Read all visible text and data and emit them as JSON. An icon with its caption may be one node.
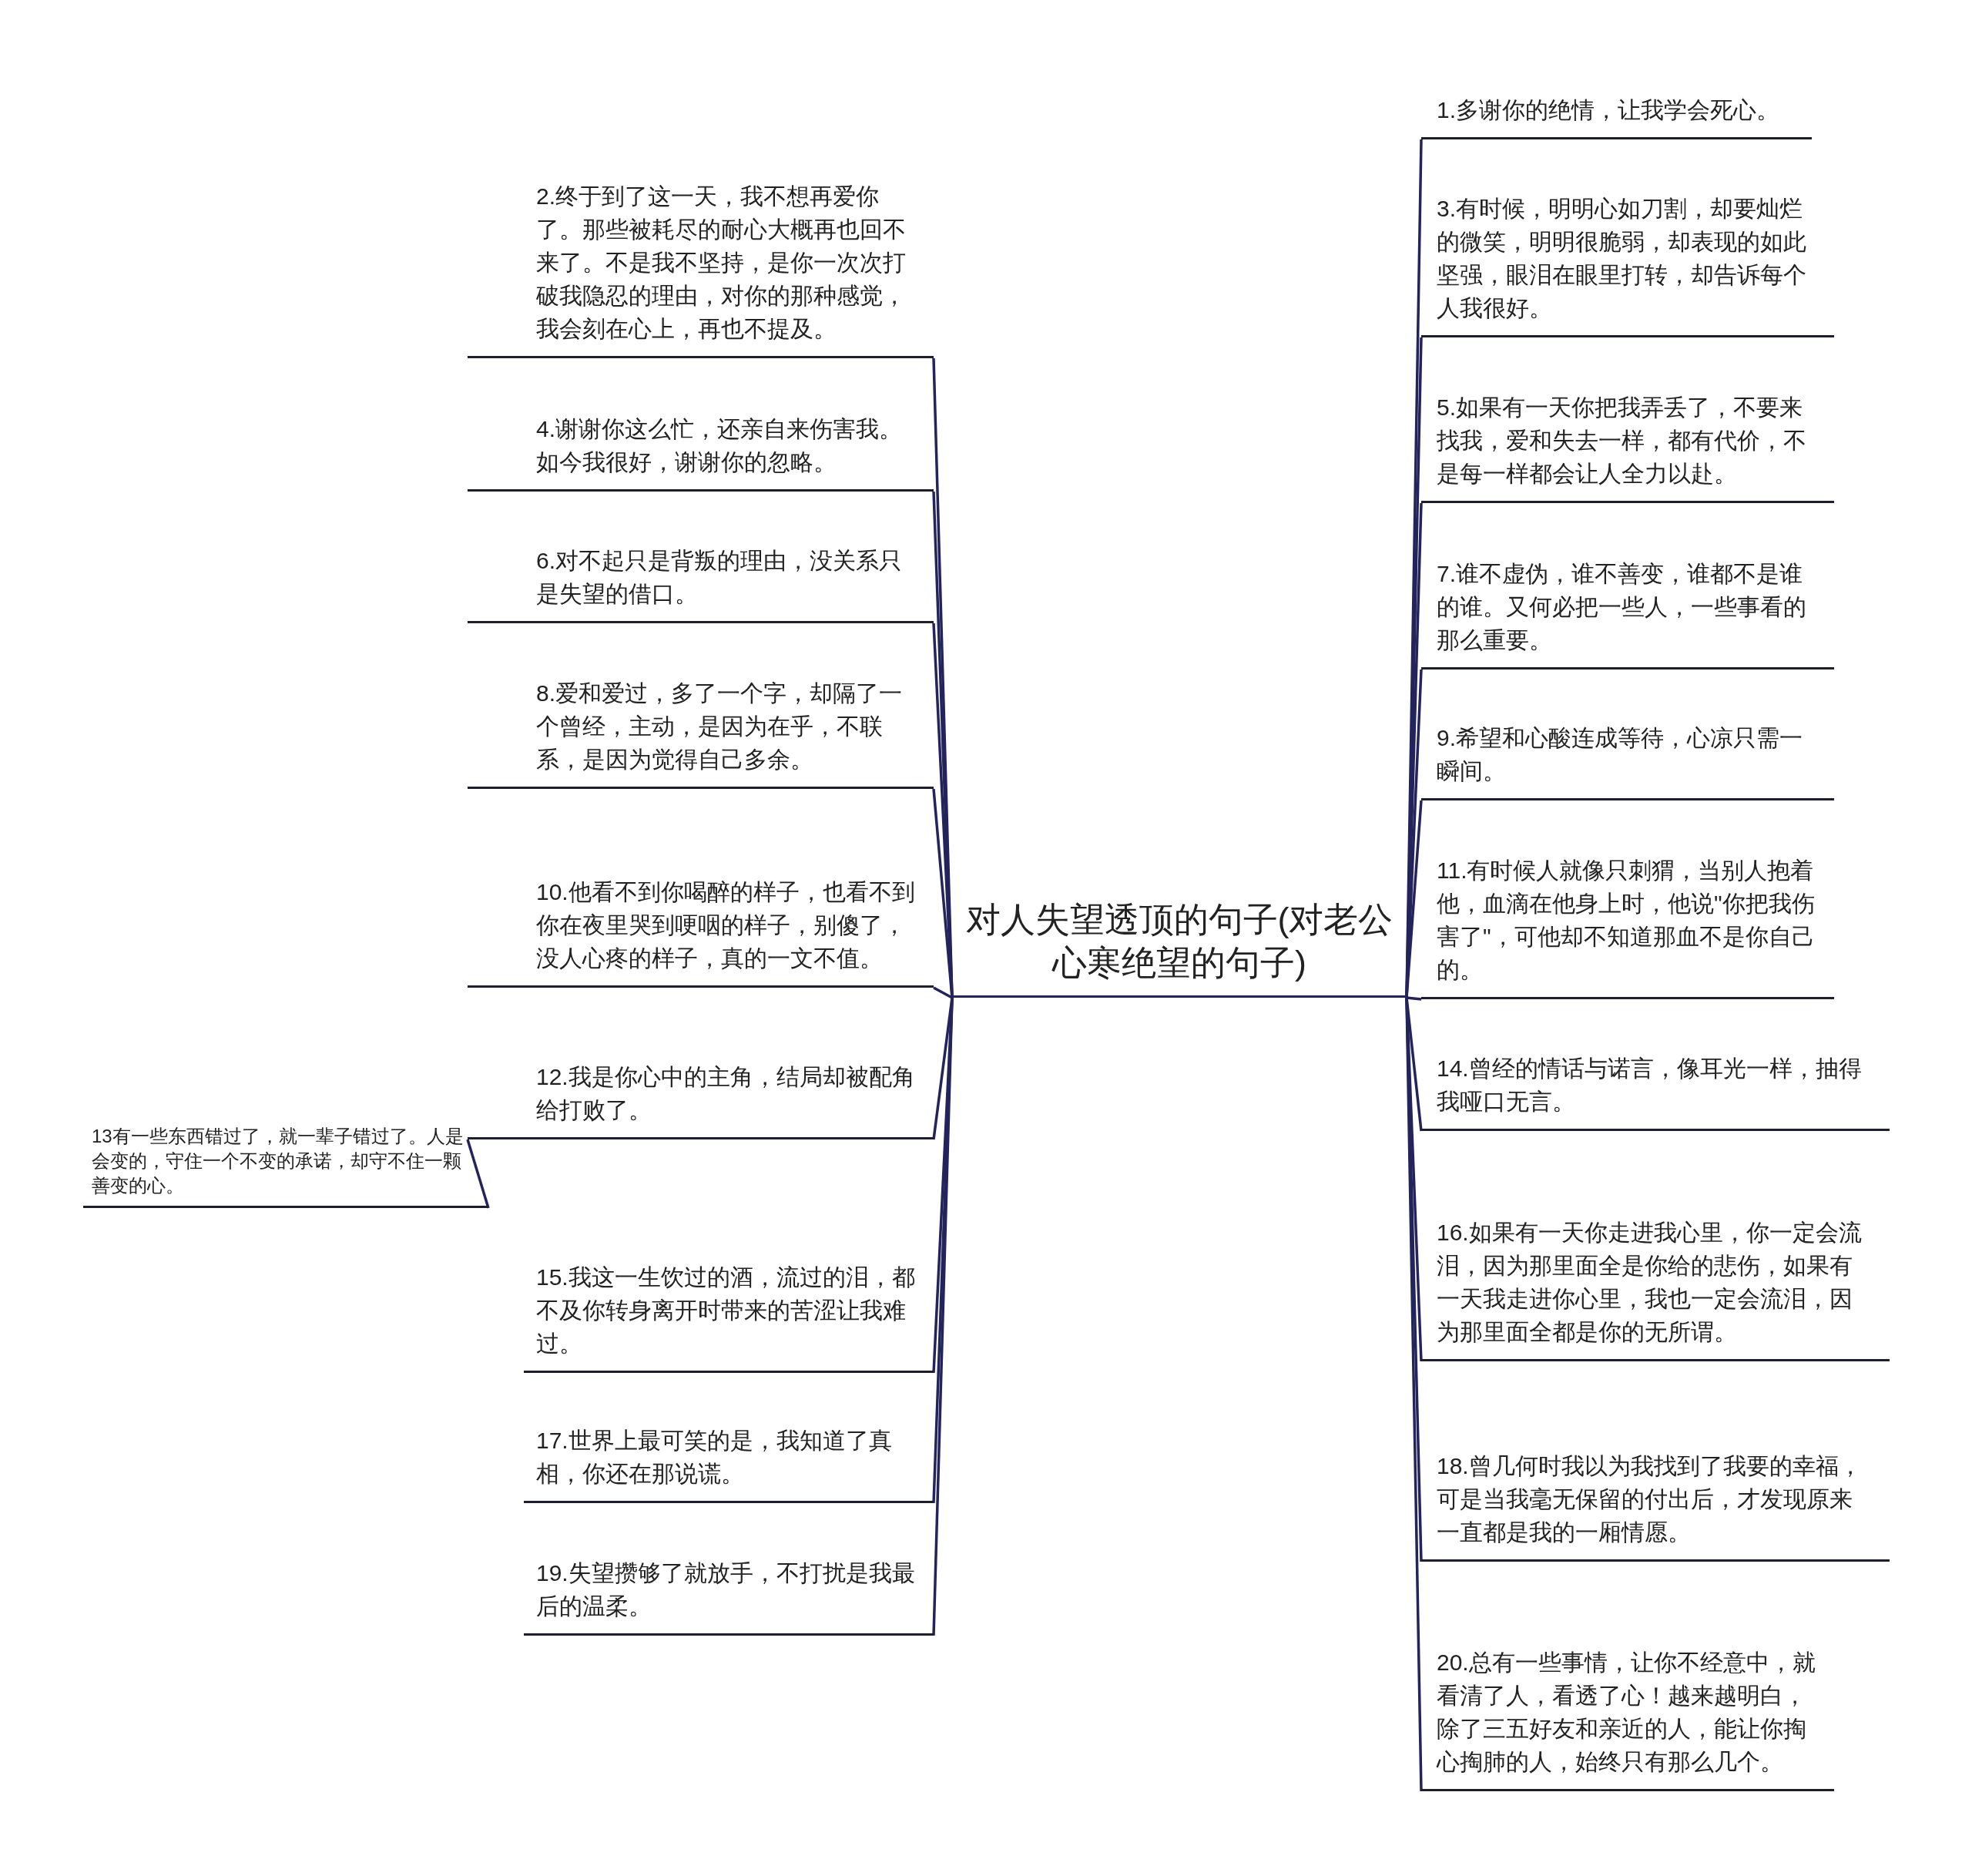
{
  "diagram": {
    "nodes": [
      {
        "text": [
          "对人失望透顶的句子(对老公心寒绝望的句子)"
        ]
      },
      {
        "text": [
          "2.终于到了这一天，我不想再爱你了。那些被耗尽的耐心大概再也回不来了。不是我不坚持，是你一次次打破我隐忍的理由，对你的那种感觉，我会刻在心上，再也不提及。"
        ]
      },
      {
        "text": [
          "4.谢谢你这么忙，还亲自来伤害我。如今我很好，谢谢你的忽略。"
        ]
      },
      {
        "text": [
          "6.对不起只是背叛的理由，没关系只是失望的借口。"
        ]
      },
      {
        "text": [
          "8.爱和爱过，多了一个字，却隔了一个曾经，主动，是因为在乎，不联系，是因为觉得自己多余。"
        ]
      },
      {
        "text": [
          "10.他看不到你喝醉的样子，也看不到你在夜里哭到哽咽的样子，别傻了，没人心疼的样子，真的一文不值。"
        ]
      },
      {
        "text": [
          "12.我是你心中的主角，结局却被配角给打败了。"
        ]
      },
      {
        "text": [
          "13有一些东西错过了，就一辈子错过了。人是会变的，守住一个不变的承诺，却守不住一颗善变的心。"
        ]
      },
      {
        "text": [
          "15.我这一生饮过的酒，流过的泪，都不及你转身离开时带来的苦涩让我难过。"
        ]
      },
      {
        "text": [
          "17.世界上最可笑的是，我知道了真相，你还在那说谎。"
        ]
      },
      {
        "text": [
          "19.失望攒够了就放手，不打扰是我最后的温柔。"
        ]
      },
      {
        "text": [
          "1.多谢你的绝情，让我学会死心。"
        ]
      },
      {
        "text": [
          "3.有时候，明明心如刀割，却要灿烂的微笑，明明很脆弱，却表现的如此坚强，眼泪在眼里打转，却告诉每个人我很好。"
        ]
      },
      {
        "text": [
          "5.如果有一天你把我弄丢了，不要来找我，爱和失去一样，都有代价，不是每一样都会让人全力以赴。"
        ]
      },
      {
        "text": [
          "7.谁不虚伪，谁不善变，谁都不是谁的谁。又何必把一些人，一些事看的那么重要。"
        ]
      },
      {
        "text": [
          "9.希望和心酸连成等待，心凉只需一瞬间。"
        ]
      },
      {
        "text": [
          "11.有时候人就像只刺猬，当别人抱着他，血滴在他身上时，他说\"你把我伤害了\"，可他却不知道那血不是你自己的。"
        ]
      },
      {
        "text": [
          "14.曾经的情话与诺言，像耳光一样，抽得我哑口无言。"
        ]
      },
      {
        "text": [
          "16.如果有一天你走进我心里，你一定会流泪，因为那里面全是你给的悲伤，如果有一天我走进你心里，我也一定会流泪，因为那里面全都是你的无所谓。"
        ]
      },
      {
        "text": [
          "18.曾几何时我以为我找到了我要的幸福，可是当我毫无保留的付出后，才发现原来一直都是我的一厢情愿。"
        ]
      },
      {
        "text": [
          "20.总有一些事情，让你不经意中，就看清了人，看透了心！越来越明白，除了三五好友和亲近的人，能让你掏心掏肺的人，始终只有那么几个。"
        ]
      }
    ],
    "edges": [
      {
        "from": 0,
        "to": 1,
        "arrow": "none"
      },
      {
        "from": 0,
        "to": 2,
        "arrow": "none"
      },
      {
        "from": 0,
        "to": 3,
        "arrow": "none"
      },
      {
        "from": 0,
        "to": 4,
        "arrow": "none"
      },
      {
        "from": 0,
        "to": 5,
        "arrow": "none"
      },
      {
        "from": 0,
        "to": 6,
        "arrow": "none"
      },
      {
        "from": 6,
        "to": 7,
        "arrow": "none"
      },
      {
        "from": 0,
        "to": 8,
        "arrow": "none"
      },
      {
        "from": 0,
        "to": 9,
        "arrow": "none"
      },
      {
        "from": 0,
        "to": 10,
        "arrow": "none"
      },
      {
        "from": 0,
        "to": 11,
        "arrow": "none"
      },
      {
        "from": 0,
        "to": 12,
        "arrow": "none"
      },
      {
        "from": 0,
        "to": 13,
        "arrow": "none"
      },
      {
        "from": 0,
        "to": 14,
        "arrow": "none"
      },
      {
        "from": 0,
        "to": 15,
        "arrow": "none"
      },
      {
        "from": 0,
        "to": 16,
        "arrow": "none"
      },
      {
        "from": 0,
        "to": 17,
        "arrow": "none"
      },
      {
        "from": 0,
        "to": 18,
        "arrow": "none"
      },
      {
        "from": 0,
        "to": 19,
        "arrow": "none"
      },
      {
        "from": 0,
        "to": 20,
        "arrow": "none"
      }
    ]
  }
}
